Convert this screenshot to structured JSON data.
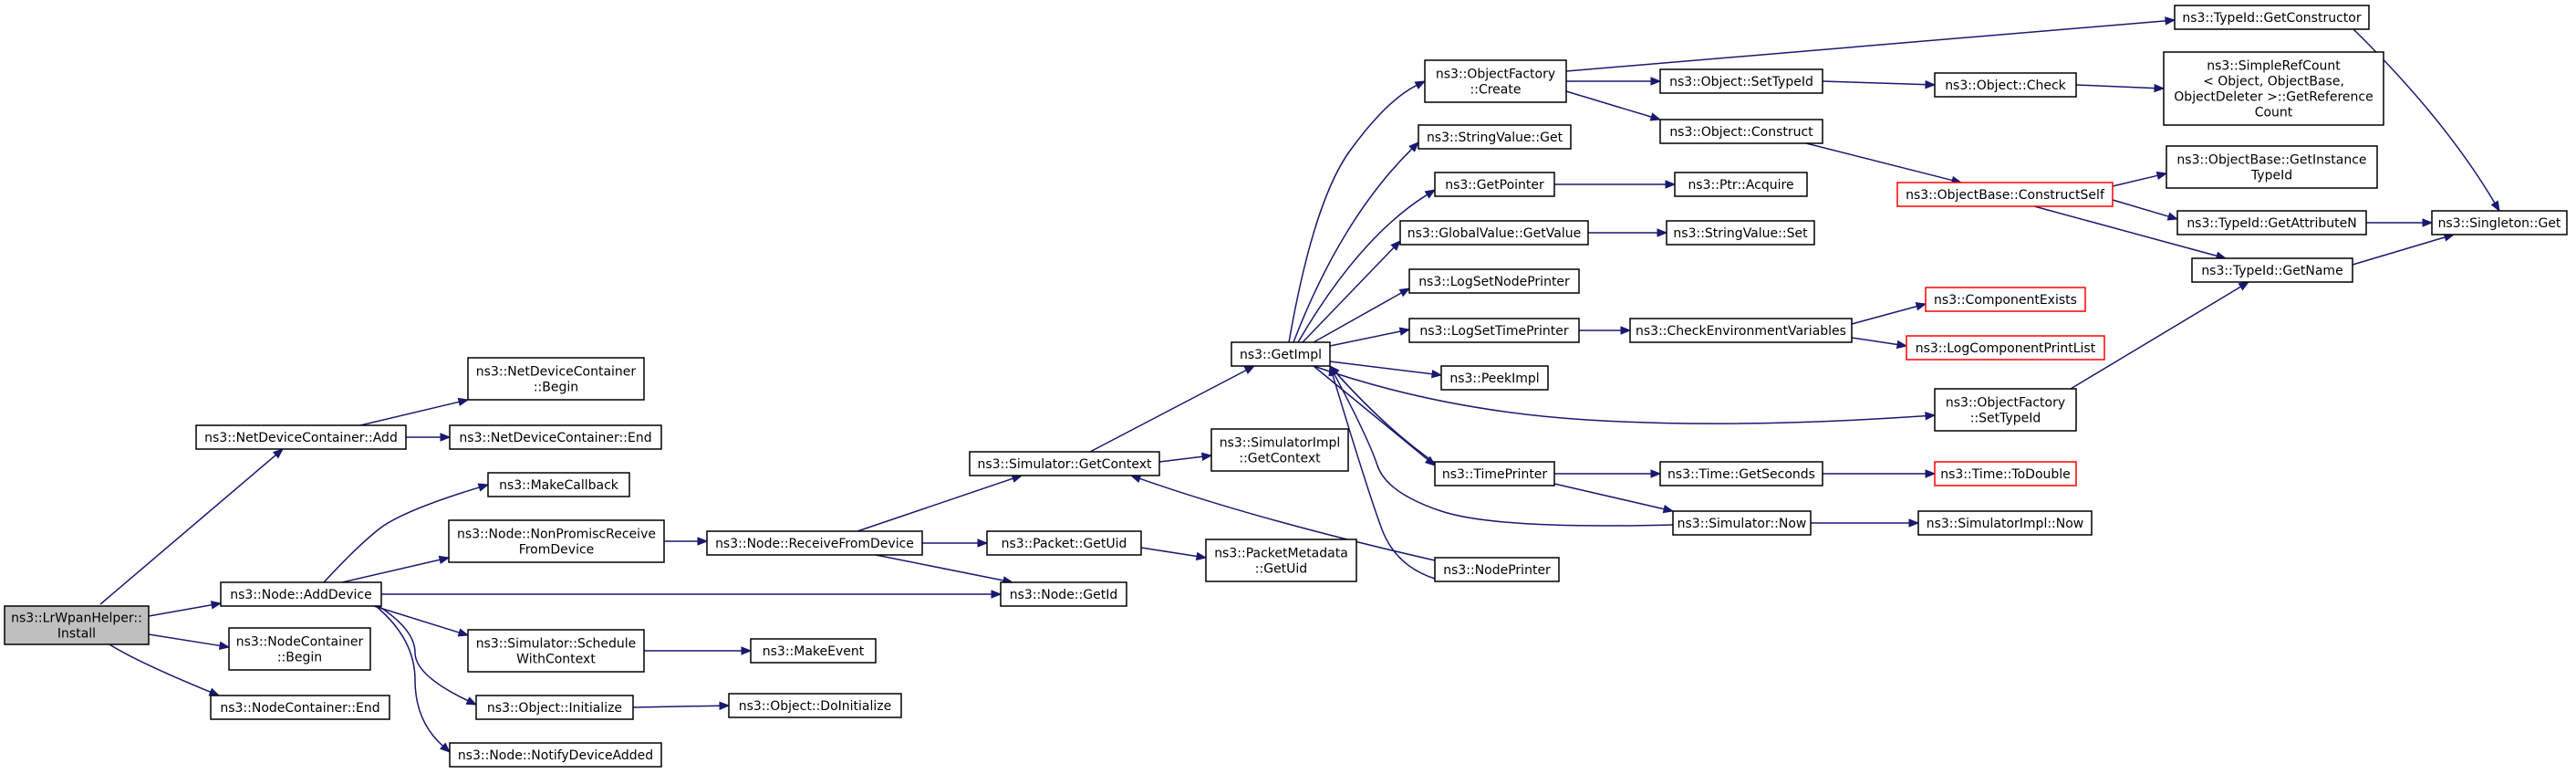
{
  "colors": {
    "edge": "#191970",
    "node_border": "#000000",
    "root_fill": "#bfbfbf",
    "truncated_border": "#ff0000"
  },
  "nodes": {
    "root": [
      "ns3::LrWpanHelper::",
      "Install"
    ],
    "ndc_add": [
      "ns3::NetDeviceContainer::Add"
    ],
    "node_adddevice": [
      "ns3::Node::AddDevice"
    ],
    "nc_begin": [
      "ns3::NodeContainer",
      "::Begin"
    ],
    "nc_end": [
      "ns3::NodeContainer::End"
    ],
    "ndc_begin": [
      "ns3::NetDeviceContainer",
      "::Begin"
    ],
    "ndc_end": [
      "ns3::NetDeviceContainer::End"
    ],
    "makecallback": [
      "ns3::MakeCallback"
    ],
    "nonpromisc": [
      "ns3::Node::NonPromiscReceive",
      "FromDevice"
    ],
    "node_getid": [
      "ns3::Node::GetId"
    ],
    "schedule": [
      "ns3::Simulator::Schedule",
      "WithContext"
    ],
    "obj_init": [
      "ns3::Object::Initialize"
    ],
    "notify": [
      "ns3::Node::NotifyDeviceAdded"
    ],
    "receive": [
      "ns3::Node::ReceiveFromDevice"
    ],
    "makeevent": [
      "ns3::MakeEvent"
    ],
    "doinit": [
      "ns3::Object::DoInitialize"
    ],
    "getcontext": [
      "ns3::Simulator::GetContext"
    ],
    "getuid": [
      "ns3::Packet::GetUid"
    ],
    "pm_getuid": [
      "ns3::PacketMetadata",
      "::GetUid"
    ],
    "simimpl_getcontext": [
      "ns3::SimulatorImpl",
      "::GetContext"
    ],
    "getimpl": [
      "ns3::GetImpl"
    ],
    "nodeprinter": [
      "ns3::NodePrinter"
    ],
    "of_create": [
      "ns3::ObjectFactory",
      "::Create"
    ],
    "stringvalue_get": [
      "ns3::StringValue::Get"
    ],
    "getpointer": [
      "ns3::GetPointer"
    ],
    "gv_getvalue": [
      "ns3::GlobalValue::GetValue"
    ],
    "logsetnode": [
      "ns3::LogSetNodePrinter"
    ],
    "logsettime": [
      "ns3::LogSetTimePrinter"
    ],
    "peekimpl": [
      "ns3::PeekImpl"
    ],
    "timeprinter": [
      "ns3::TimePrinter"
    ],
    "settypeid": [
      "ns3::Object::SetTypeId"
    ],
    "construct": [
      "ns3::Object::Construct"
    ],
    "ptr_acquire": [
      "ns3::Ptr::Acquire"
    ],
    "stringvalue_set": [
      "ns3::StringValue::Set"
    ],
    "checkenv": [
      "ns3::CheckEnvironmentVariables"
    ],
    "gettime_seconds": [
      "ns3::Time::GetSeconds"
    ],
    "sim_now": [
      "ns3::Simulator::Now"
    ],
    "object_check": [
      "ns3::Object::Check"
    ],
    "constructself": [
      "ns3::ObjectBase::ConstructSelf"
    ],
    "compexists": [
      "ns3::ComponentExists"
    ],
    "logcomplist": [
      "ns3::LogComponentPrintList"
    ],
    "of_settypeid": [
      "ns3::ObjectFactory",
      "::SetTypeId"
    ],
    "todouble": [
      "ns3::Time::ToDouble"
    ],
    "simimpl_now": [
      "ns3::SimulatorImpl::Now"
    ],
    "getconstructor": [
      "ns3::TypeId::GetConstructor"
    ],
    "simplerefcount": [
      "ns3::SimpleRefCount",
      "< Object, ObjectBase,",
      " ObjectDeleter >::GetReference",
      "Count"
    ],
    "getinstancetypeid": [
      "ns3::ObjectBase::GetInstance",
      "TypeId"
    ],
    "getattributen": [
      "ns3::TypeId::GetAttributeN"
    ],
    "typeid_getname": [
      "ns3::TypeId::GetName"
    ],
    "singleton_get": [
      "ns3::Singleton::Get"
    ]
  }
}
